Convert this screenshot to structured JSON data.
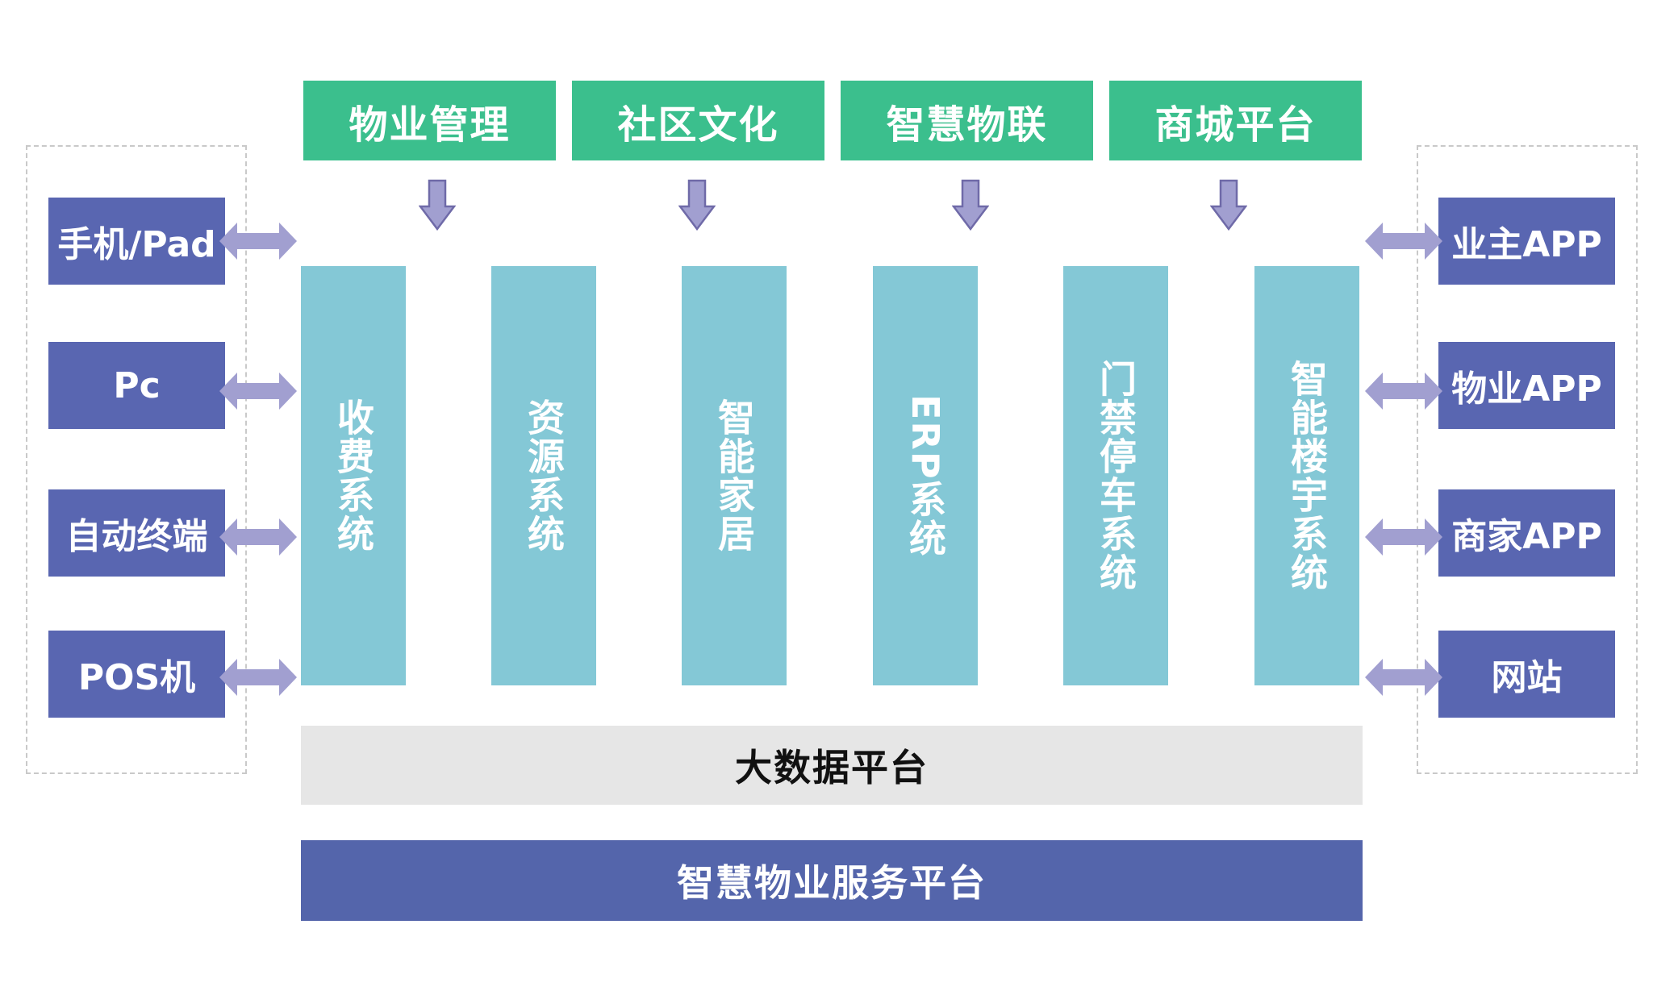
{
  "modules": [
    {
      "label": "物业管理"
    },
    {
      "label": "社区文化"
    },
    {
      "label": "智慧物联"
    },
    {
      "label": "商城平台"
    }
  ],
  "systems": [
    {
      "label": "收费系统"
    },
    {
      "label": "资源系统"
    },
    {
      "label": "智能家居"
    },
    {
      "label": "ERP系统"
    },
    {
      "label": "门禁停车系统"
    },
    {
      "label": "智能楼宇系统"
    }
  ],
  "left_devices": [
    {
      "label": "手机/Pad"
    },
    {
      "label": "Pc"
    },
    {
      "label": "自动终端"
    },
    {
      "label": "POS机"
    }
  ],
  "right_devices": [
    {
      "label": "业主APP"
    },
    {
      "label": "物业APP"
    },
    {
      "label": "商家APP"
    },
    {
      "label": "网站"
    }
  ],
  "platforms": {
    "big_data": "大数据平台",
    "service": "智慧物业服务平台"
  },
  "colors": {
    "module_green": "#3bbf8d",
    "system_teal": "#84c8d6",
    "device_blue": "#5966b1",
    "platform_blue": "#5465ab",
    "platform_gray": "#e6e6e6",
    "arrow_purple": "#a19fd0"
  }
}
